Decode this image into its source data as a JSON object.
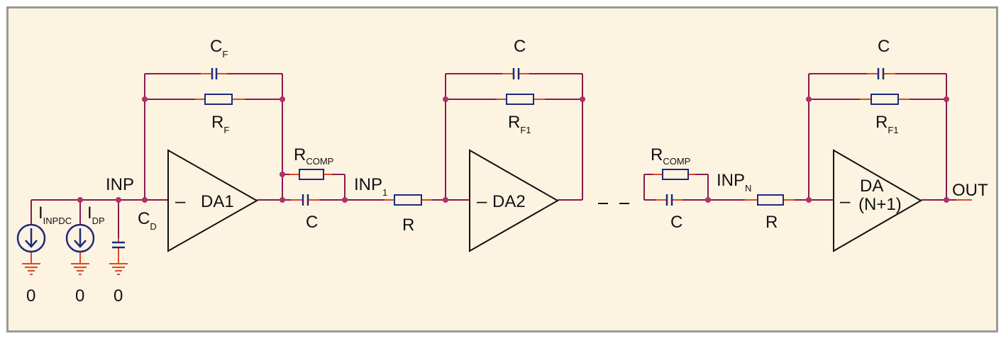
{
  "colors": {
    "background": "#fdf3e1",
    "border": "#9a9a9a",
    "wire": "#8a1a4f",
    "lead": "#e0481e",
    "component": "#1f2a7a",
    "node": "#b0306a",
    "text": "#111111"
  },
  "labels": {
    "cf": "C",
    "cf_sub": "F",
    "rf": "R",
    "rf_sub": "F",
    "c_stage2": "C",
    "rf1_stage2": "R",
    "rf1_stage2_sub": "F1",
    "c_stage3": "C",
    "rf1_stage3": "R",
    "rf1_stage3_sub": "F1",
    "rcomp1": "R",
    "rcomp1_sub": "COMP",
    "rcomp2": "R",
    "rcomp2_sub": "COMP",
    "inp": "INP",
    "inp1": "INP",
    "inp1_sub": "1",
    "inpn": "INP",
    "inpn_sub": "N",
    "iinpdc": "I",
    "iinpdc_sub": "INPDC",
    "idp": "I",
    "idp_sub": "DP",
    "cd": "C",
    "cd_sub": "D",
    "c_comp1": "C",
    "c_comp2": "C",
    "r1": "R",
    "r2": "R",
    "out": "OUT",
    "gnd1": "0",
    "gnd2": "0",
    "gnd3": "0",
    "da1": "DA1",
    "da2": "DA2",
    "da3_line1": "DA",
    "da3_line2": "(N+1)",
    "minus1": "–",
    "minus2": "–",
    "minus3": "–"
  }
}
